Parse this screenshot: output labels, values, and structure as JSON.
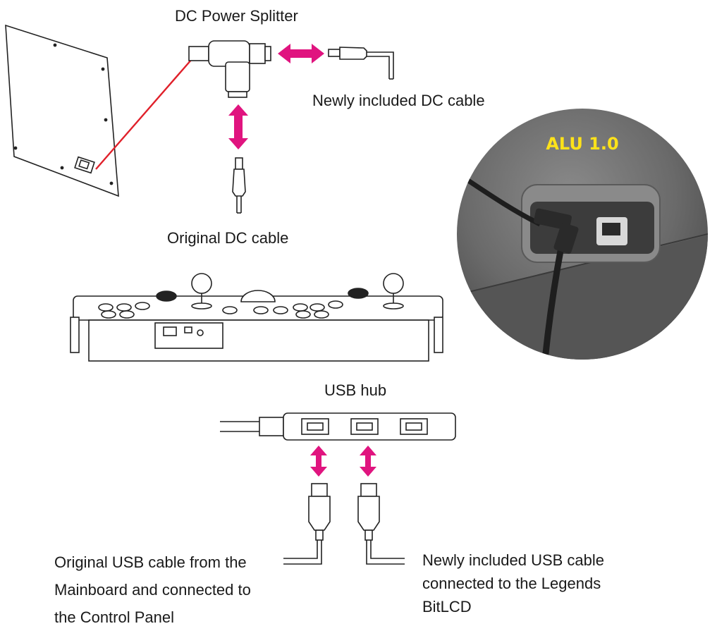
{
  "labels": {
    "splitter": "DC Power Splitter",
    "new_dc": "Newly included DC cable",
    "orig_dc": "Original DC cable",
    "usb_hub": "USB hub",
    "orig_usb": [
      "Original USB cable from the",
      "Mainboard and connected to",
      "the Control Panel"
    ],
    "new_usb": [
      "Newly included USB cable",
      "connected to the Legends",
      "BitLCD"
    ]
  },
  "photo": {
    "badge": "ALU 1.0"
  },
  "colors": {
    "arrow": "#e0147f",
    "connector_line": "#e0202a",
    "badge": "#ffe21a",
    "photo_bg": "#6e6e6e"
  }
}
